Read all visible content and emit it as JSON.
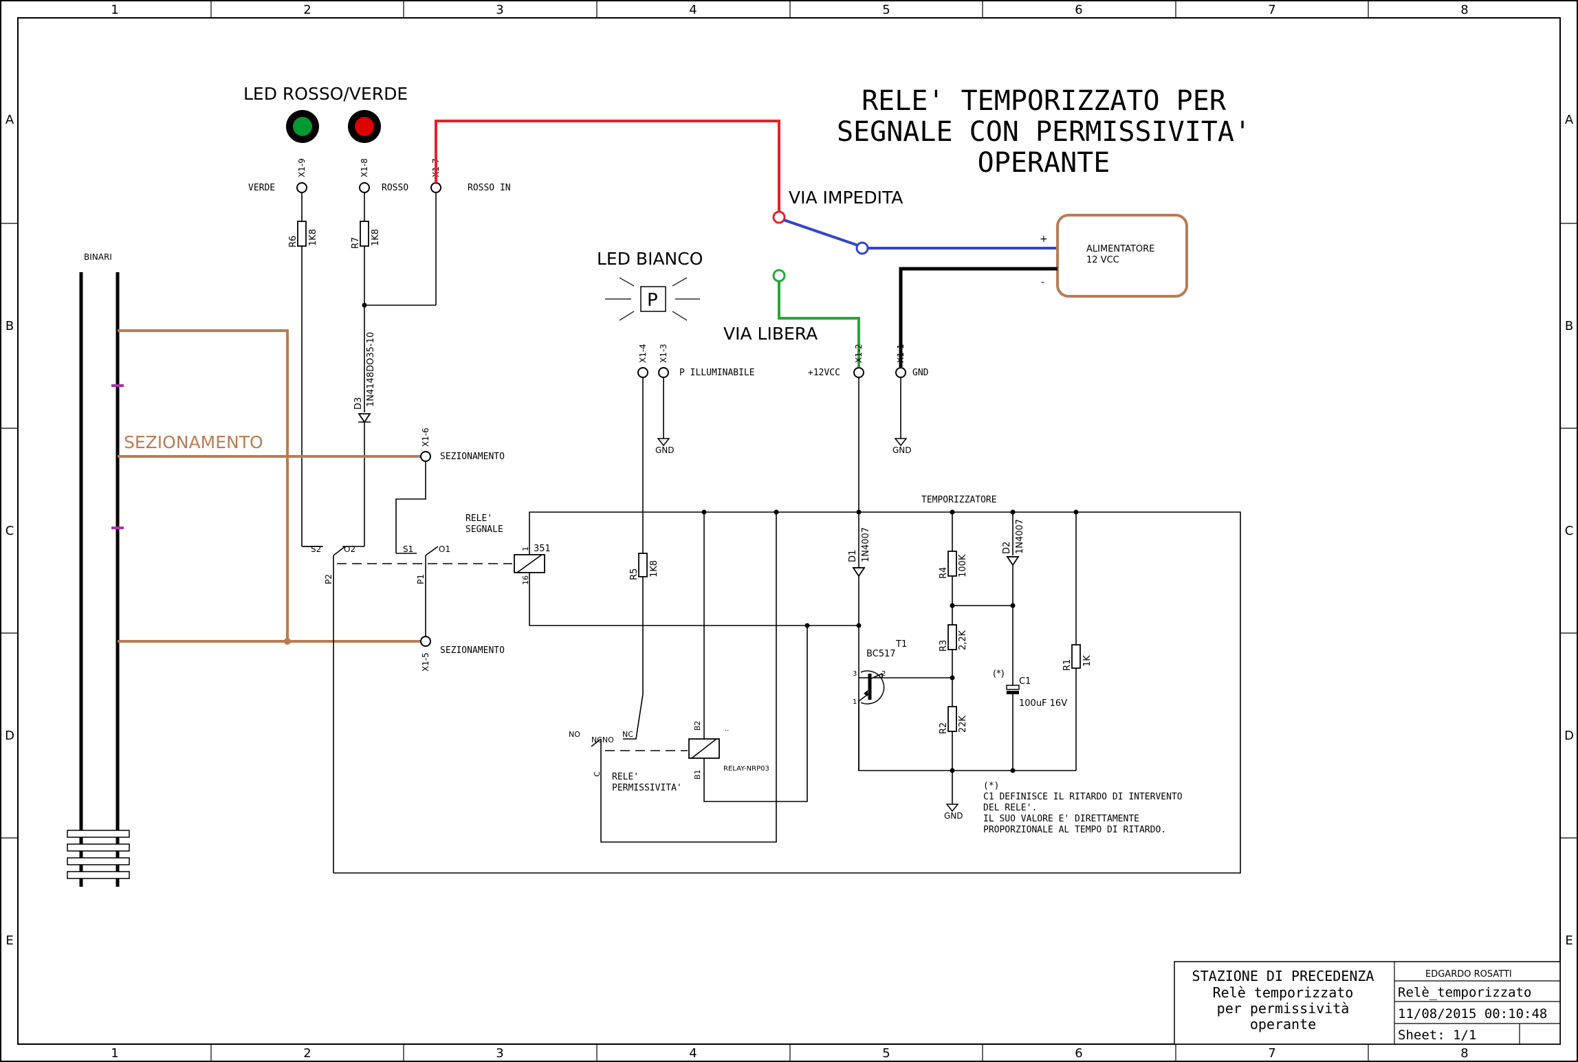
{
  "grid": {
    "columns": [
      "1",
      "2",
      "3",
      "4",
      "5",
      "6",
      "7",
      "8"
    ],
    "rows": [
      "A",
      "B",
      "C",
      "D",
      "E"
    ]
  },
  "title": {
    "line1": "RELE' TEMPORIZZATO PER",
    "line2": "SEGNALE CON PERMISSIVITA'",
    "line3": "OPERANTE"
  },
  "led_rg": {
    "label": "LED ROSSO/VERDE",
    "green": "#009933",
    "red": "#e00000"
  },
  "led_bianco": {
    "label": "LED BIANCO",
    "symbol": "P"
  },
  "switch": {
    "impedita": "VIA IMPEDITA",
    "libera": "VIA LIBERA"
  },
  "supply": {
    "line1": "ALIMENTATORE",
    "line2": "12 VCC",
    "plus": "+",
    "minus": "-"
  },
  "terminals": {
    "x1_9": "X1-9",
    "x1_8": "X1-8",
    "x1_7": "X1-7",
    "x1_4": "X1-4",
    "x1_3": "X1-3",
    "x1_2": "X1-2",
    "x1_1": "X1-1",
    "x1_6": "X1-6",
    "x1_5": "X1-5",
    "verde": "VERDE",
    "rosso": "ROSSO",
    "rosso_in": "ROSSO IN",
    "p_illum": "P ILLUMINABILE",
    "vcc": "+12VCC",
    "gnd": "GND",
    "sez1": "SEZIONAMENTO",
    "sez2": "SEZIONAMENTO"
  },
  "track": {
    "binari": "BINARI",
    "sezionamento": "SEZIONAMENTO"
  },
  "gnd_symbol": "GND",
  "components": {
    "r6": "R6",
    "r6v": "1K8",
    "r7": "R7",
    "r7v": "1K8",
    "d3": "D3",
    "d3v": "1N4148DO35-10",
    "r5": "R5",
    "r5v": "1K8",
    "d1": "D1",
    "d1v": "1N4007",
    "d2": "D2",
    "d2v": "1N4007",
    "r4": "R4",
    "r4v": "100K",
    "r3": "R3",
    "r3v": "2,2K",
    "r2": "R2",
    "r2v": "22K",
    "r1": "R1",
    "r1v": "1K",
    "t1": "T1",
    "t1v": "BC517",
    "t1p3": "3",
    "t1p2": "2",
    "t1p1": "1",
    "c1": "C1",
    "c1v": "100uF 16V",
    "c1mark": "(*)"
  },
  "relay_segnale": {
    "label1": "RELE'",
    "label2": "SEGNALE",
    "code": "351",
    "pin1": "1",
    "pin16": "16",
    "s2": "S2",
    "o2": "O2",
    "s1": "S1",
    "o1": "O1",
    "p2": "P2",
    "p1": "P1"
  },
  "relay_perm": {
    "label1": "RELE'",
    "label2": "PERMISSIVITA'",
    "part": "RELAY-NRP03",
    "no": "NO",
    "ncno": "NCNO",
    "nc": "NC",
    "c": "C",
    "b2": "B2",
    "b1": "B1",
    "dots": ".."
  },
  "timer": {
    "label": "TEMPORIZZATORE"
  },
  "note": {
    "mark": "(*)",
    "l1": "C1 DEFINISCE IL RITARDO DI INTERVENTO",
    "l2": "DEL RELE'.",
    "l3": "IL SUO VALORE E' DIRETTAMENTE",
    "l4": "PROPORZIONALE AL TEMPO DI RITARDO."
  },
  "title_block": {
    "project1": "STAZIONE DI PRECEDENZA",
    "project2": "Relè temporizzato",
    "project3": "per permissività",
    "project4": "operante",
    "author": "EDGARDO ROSATTI",
    "filename": "Relè_temporizzato",
    "datetime": "11/08/2015 00:10:48",
    "sheet": "Sheet: 1/1"
  },
  "colors": {
    "red": "#e8202a",
    "blue": "#3344cc",
    "green": "#22aa33",
    "brown": "#b87c55",
    "magenta": "#aa33aa"
  }
}
